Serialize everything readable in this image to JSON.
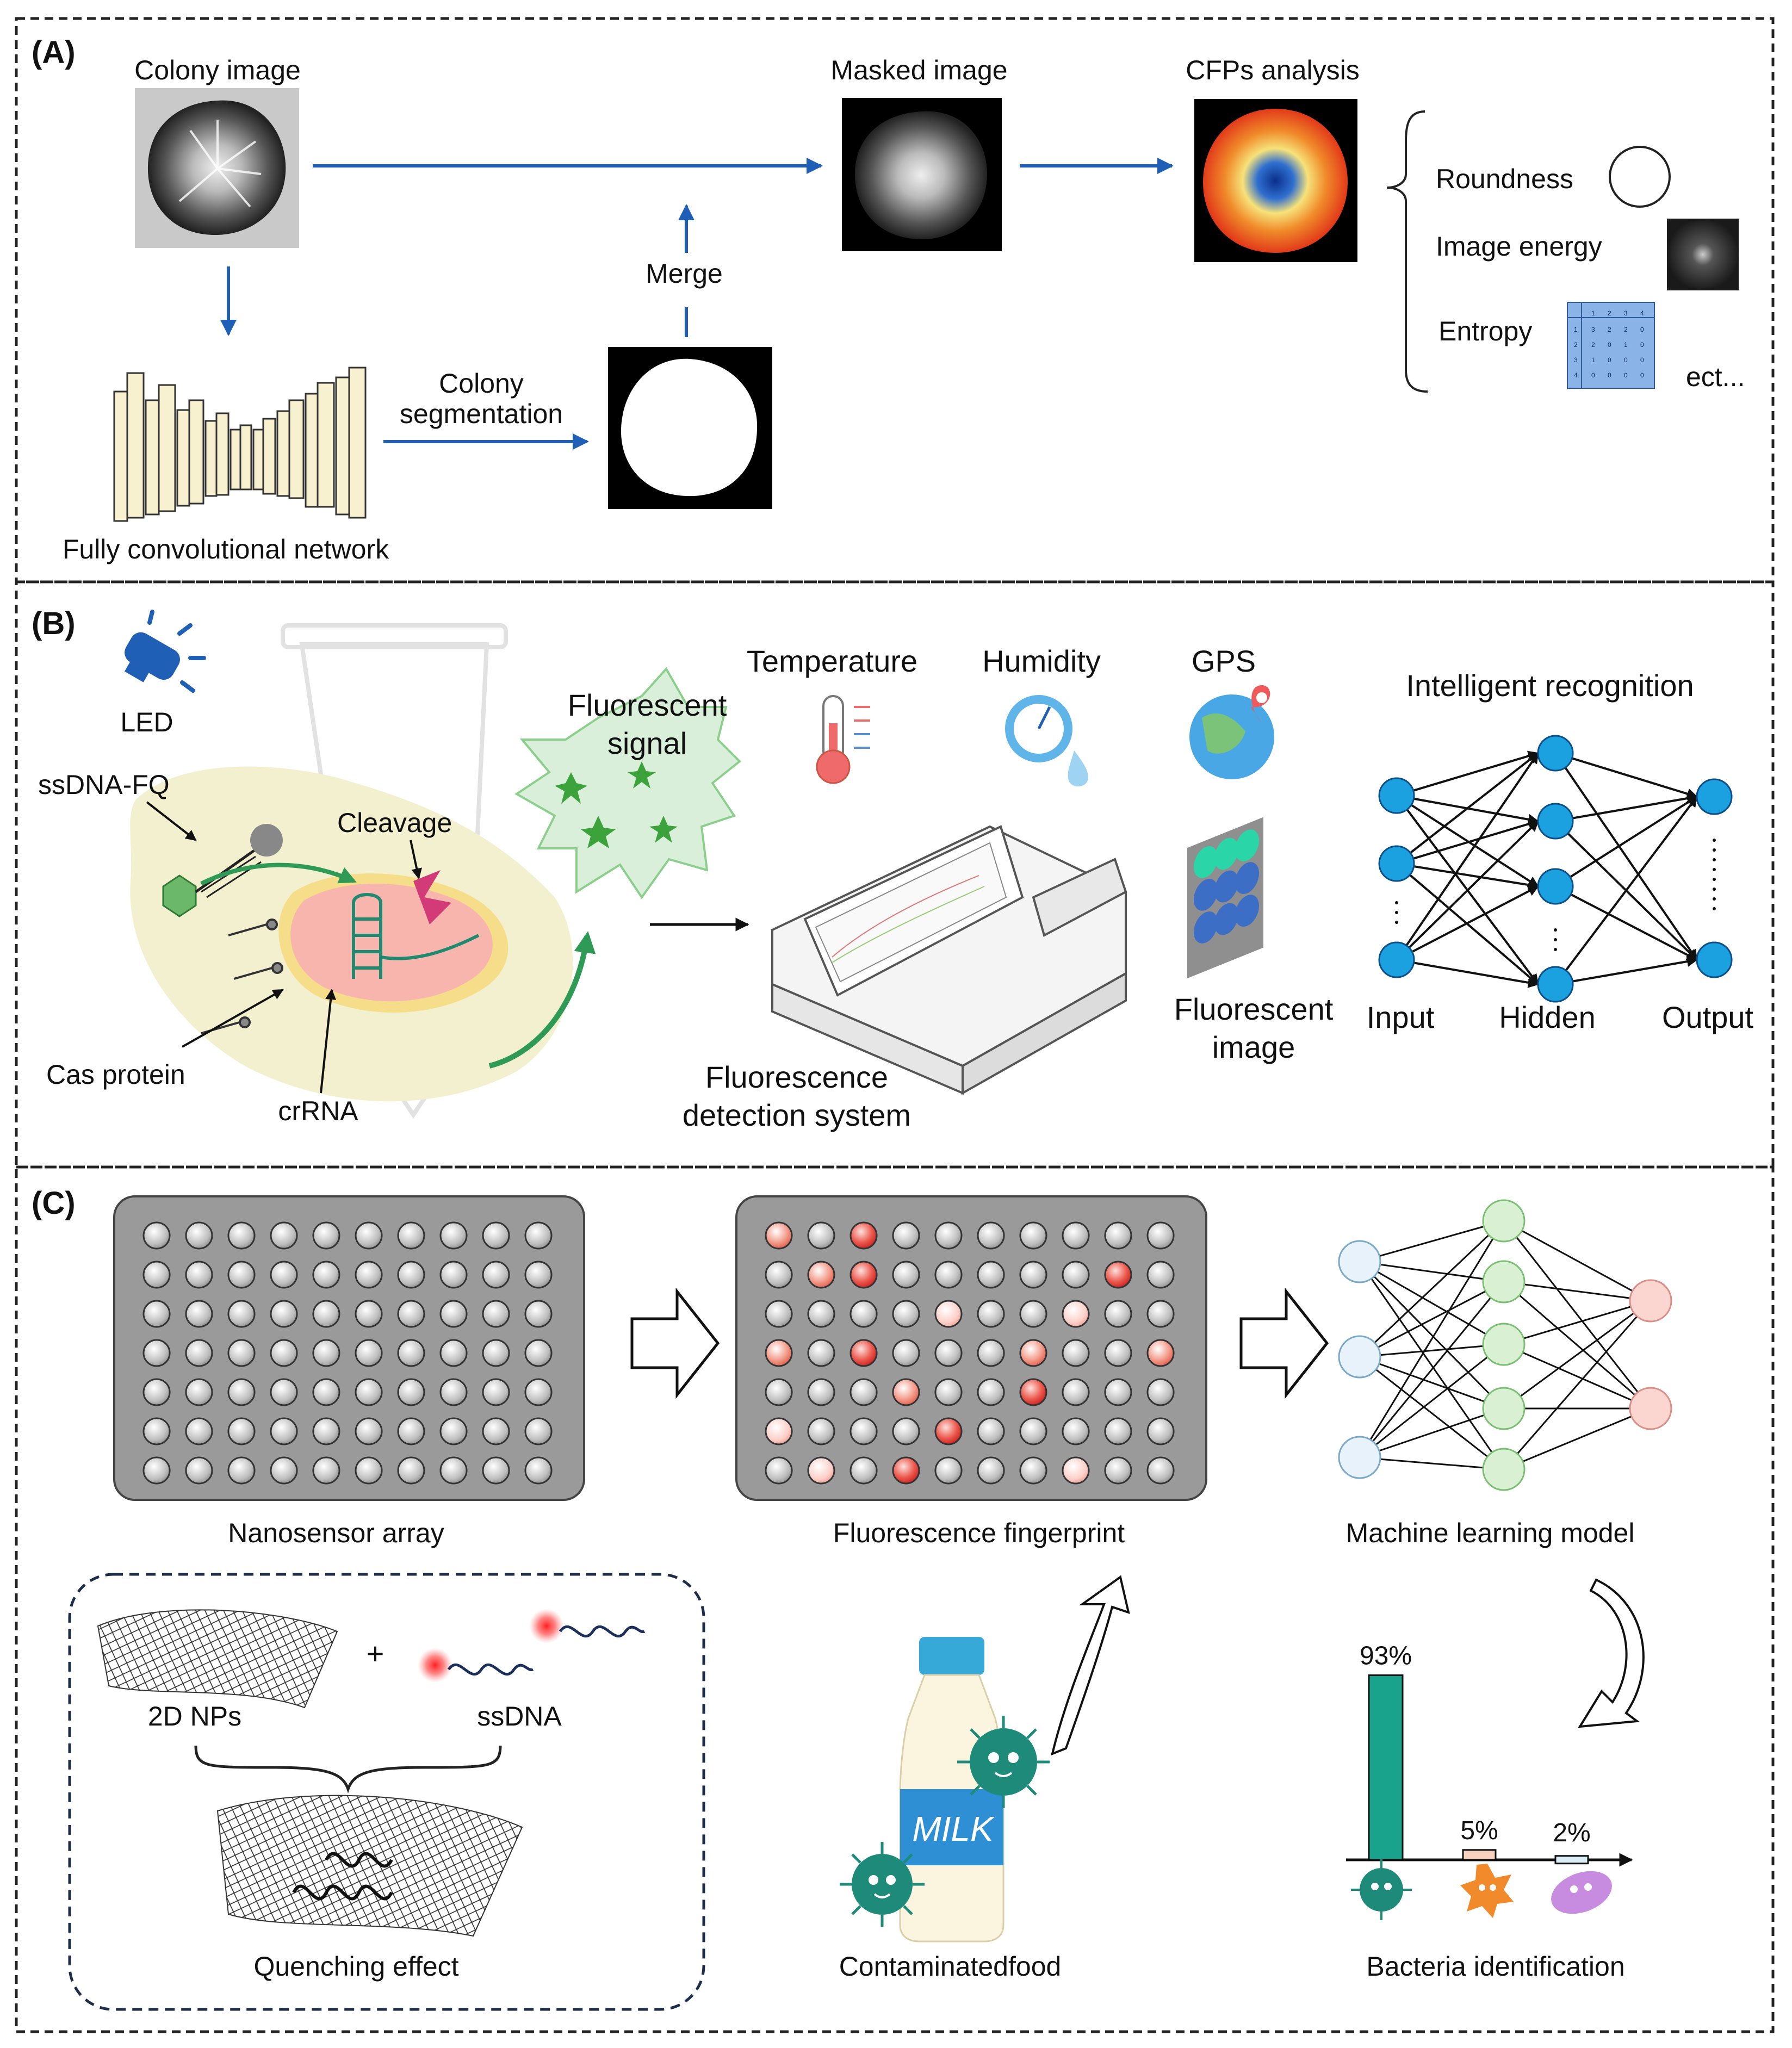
{
  "panels": {
    "a": "(A)",
    "b": "(B)",
    "c": "(C)"
  },
  "panel_a": {
    "colony_image": "Colony image",
    "masked_image": "Masked image",
    "cfps_analysis": "CFPs analysis",
    "merge": "Merge",
    "colony_segmentation_1": "Colony",
    "colony_segmentation_2": "segmentation",
    "fcn": "Fully convolutional network",
    "features": [
      "Roundness",
      "Image energy",
      "Entropy",
      "ect..."
    ],
    "entropy_matrix": {
      "header": [
        "1",
        "2",
        "3",
        "4"
      ],
      "rows": [
        [
          "3",
          "2",
          "2",
          "0"
        ],
        [
          "2",
          "0",
          "1",
          "0"
        ],
        [
          "1",
          "0",
          "0",
          "0"
        ],
        [
          "0",
          "0",
          "0",
          "0"
        ]
      ]
    }
  },
  "panel_b": {
    "led": "LED",
    "ssdna_fq": "ssDNA-FQ",
    "cleavage": "Cleavage",
    "fluorescent_signal_1": "Fluorescent",
    "fluorescent_signal_2": "signal",
    "cas_protein": "Cas protein",
    "crrna": "crRNA",
    "temperature": "Temperature",
    "humidity": "Humidity",
    "gps": "GPS",
    "fluorescent_image_1": "Fluorescent",
    "fluorescent_image_2": "image",
    "fds_1": "Fluorescence",
    "fds_2": "detection system",
    "intelligent_recognition": "Intelligent recognition",
    "input": "Input",
    "hidden": "Hidden",
    "output": "Output"
  },
  "panel_c": {
    "nanosensor_array": "Nanosensor array",
    "fluorescence_fingerprint": "Fluorescence fingerprint",
    "ml_model": "Machine learning model",
    "np_2d": "2D NPs",
    "ssdna": "ssDNA",
    "quenching_effect": "Quenching effect",
    "milk": "MILK",
    "contaminated_food": "Contaminatedfood",
    "bacteria_identification": "Bacteria identification"
  },
  "chart_data": {
    "type": "bar",
    "categories": [
      "",
      "",
      ""
    ],
    "values": [
      93,
      5,
      2
    ],
    "data_labels": [
      "93%",
      "5%",
      "2%"
    ],
    "ylim": [
      0,
      100
    ],
    "colors": [
      "#1aa38c",
      "#f7d2bf",
      "#d9eef6"
    ]
  },
  "colors": {
    "arrow_blue": "#1f5fb5",
    "node_blue": "#1ba0e0",
    "plate_gray": "#9a9a9a",
    "red_well": "#e03030",
    "fcn_block": "#f8f1d0",
    "bacteria_teal": "#1e8a7a"
  },
  "fingerprint": [
    [
      2,
      0,
      3,
      0,
      0,
      0,
      0,
      0,
      0,
      0
    ],
    [
      0,
      2,
      3,
      0,
      0,
      0,
      0,
      0,
      3,
      0
    ],
    [
      0,
      0,
      0,
      0,
      1,
      0,
      0,
      1,
      0,
      0
    ],
    [
      2,
      0,
      3,
      0,
      0,
      0,
      2,
      0,
      0,
      2
    ],
    [
      0,
      0,
      0,
      2,
      0,
      0,
      3,
      0,
      0,
      0
    ],
    [
      1,
      0,
      0,
      0,
      3,
      0,
      0,
      0,
      0,
      0
    ],
    [
      0,
      1,
      0,
      3,
      0,
      0,
      0,
      1,
      0,
      0
    ]
  ]
}
